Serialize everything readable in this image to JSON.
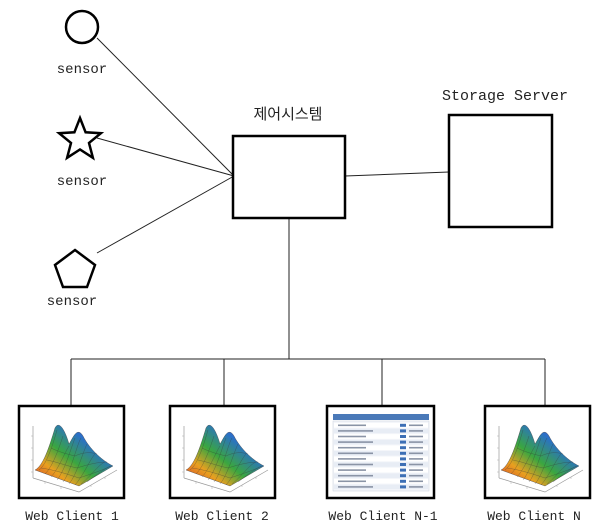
{
  "sensors": [
    {
      "label": "sensor",
      "icon": "circle-icon"
    },
    {
      "label": "sensor",
      "icon": "star-icon"
    },
    {
      "label": "sensor",
      "icon": "pentagon-icon"
    }
  ],
  "control_system": {
    "label": "제어시스템"
  },
  "storage_server": {
    "label": "Storage Server"
  },
  "clients": [
    {
      "label": "Web Client 1",
      "screen": "3d-surface-plot"
    },
    {
      "label": "Web Client 2",
      "screen": "3d-surface-plot"
    },
    {
      "label": "Web Client N-1",
      "screen": "data-table"
    },
    {
      "label": "Web Client N",
      "screen": "3d-surface-plot"
    }
  ]
}
